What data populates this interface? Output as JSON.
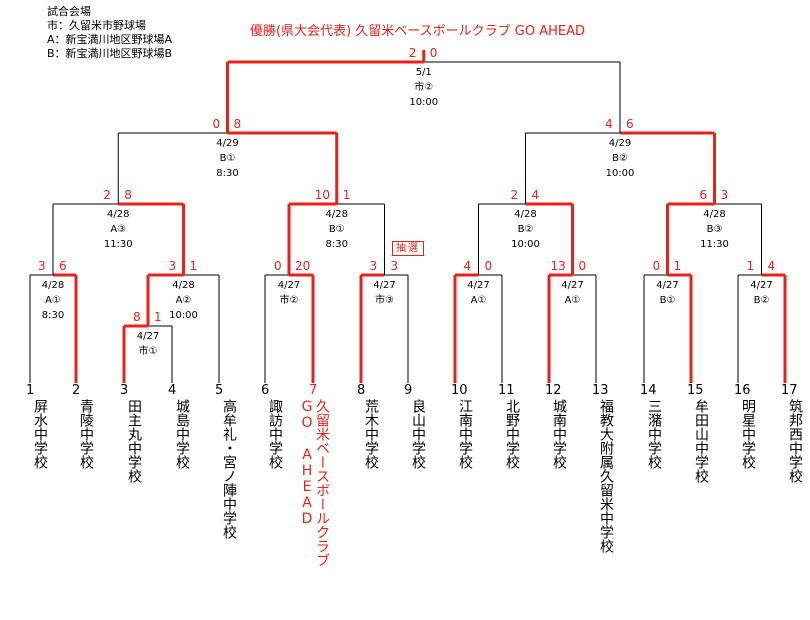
{
  "legend": {
    "title": "試合会場",
    "items": [
      "市：久留米市野球場",
      "A：新宝満川地区野球場A",
      "B：新宝満川地区野球場B"
    ]
  },
  "champion": "優勝(県大会代表) 久留米ベースボールクラブ GO AHEAD",
  "colors": {
    "win": "#e8221a",
    "line": "#000000"
  },
  "teams": [
    {
      "no": "1",
      "name": "屏水中学校"
    },
    {
      "no": "2",
      "name": "青陵中学校"
    },
    {
      "no": "3",
      "name": "田主丸中学校"
    },
    {
      "no": "4",
      "name": "城島中学校"
    },
    {
      "no": "5",
      "name": "高牟礼・宮ノ陣中学校"
    },
    {
      "no": "6",
      "name": "諏訪中学校"
    },
    {
      "no": "7",
      "name": "久留米ベースボールクラブ",
      "sub": "GO AHEAD",
      "winner": true
    },
    {
      "no": "8",
      "name": "荒木中学校"
    },
    {
      "no": "9",
      "name": "良山中学校"
    },
    {
      "no": "10",
      "name": "江南中学校"
    },
    {
      "no": "11",
      "name": "北野中学校"
    },
    {
      "no": "12",
      "name": "城南中学校"
    },
    {
      "no": "13",
      "name": "福教大附属久留米中学校"
    },
    {
      "no": "14",
      "name": "三潴中学校"
    },
    {
      "no": "15",
      "name": "牟田山中学校"
    },
    {
      "no": "16",
      "name": "明星中学校"
    },
    {
      "no": "17",
      "name": "筑邦西中学校"
    }
  ],
  "matches": [
    {
      "id": "m1",
      "left": "3",
      "right": "6",
      "date": "4/28",
      "venue": "A①",
      "time": "8:30",
      "winner": "right"
    },
    {
      "id": "m2",
      "left": "8",
      "right": "1",
      "date": "4/27",
      "venue": "市①",
      "time": "",
      "winner": "left"
    },
    {
      "id": "m3",
      "left": "3",
      "right": "1",
      "date": "4/28",
      "venue": "A②",
      "time": "10:00",
      "winner": "left"
    },
    {
      "id": "m4",
      "left": "2",
      "right": "8",
      "date": "4/28",
      "venue": "A③",
      "time": "11:30",
      "winner": "right"
    },
    {
      "id": "m5",
      "left": "0",
      "right": "20",
      "date": "4/27",
      "venue": "市②",
      "time": "",
      "winner": "right"
    },
    {
      "id": "m6",
      "left": "3",
      "right": "3",
      "date": "4/27",
      "venue": "市③",
      "time": "",
      "winner": "left",
      "lottery": "抽選"
    },
    {
      "id": "m7",
      "left": "10",
      "right": "1",
      "date": "4/28",
      "venue": "B①",
      "time": "8:30",
      "winner": "left"
    },
    {
      "id": "m8",
      "left": "0",
      "right": "8",
      "date": "4/29",
      "venue": "B①",
      "time": "8:30",
      "winner": "right"
    },
    {
      "id": "m9",
      "left": "4",
      "right": "0",
      "date": "4/27",
      "venue": "A①",
      "time": "",
      "winner": "left"
    },
    {
      "id": "m10",
      "left": "13",
      "right": "0",
      "date": "4/27",
      "venue": "A①",
      "time": "",
      "winner": "left"
    },
    {
      "id": "m11",
      "left": "2",
      "right": "4",
      "date": "4/28",
      "venue": "B②",
      "time": "10:00",
      "winner": "right"
    },
    {
      "id": "m12",
      "left": "0",
      "right": "1",
      "date": "4/27",
      "venue": "B①",
      "time": "",
      "winner": "right"
    },
    {
      "id": "m13",
      "left": "1",
      "right": "4",
      "date": "4/27",
      "venue": "B②",
      "time": "",
      "winner": "right"
    },
    {
      "id": "m14",
      "left": "6",
      "right": "3",
      "date": "4/28",
      "venue": "B③",
      "time": "11:30",
      "winner": "left"
    },
    {
      "id": "m15",
      "left": "4",
      "right": "6",
      "date": "4/29",
      "venue": "B②",
      "time": "10:00",
      "winner": "right"
    },
    {
      "id": "m16",
      "left": "2",
      "right": "0",
      "date": "5/1",
      "venue": "市②",
      "time": "10:00",
      "winner": "left"
    }
  ]
}
